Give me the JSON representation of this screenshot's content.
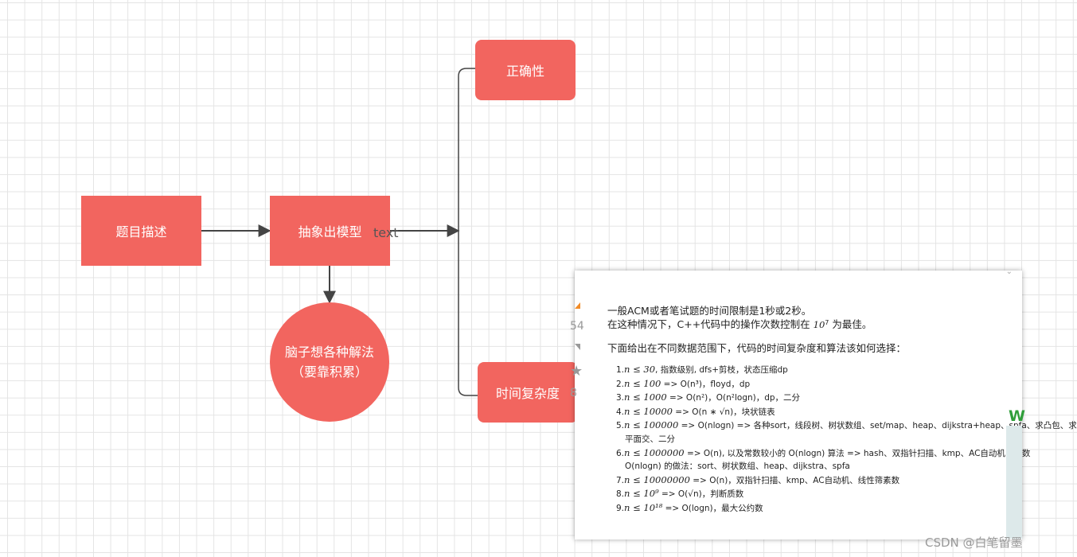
{
  "diagram": {
    "nodes": {
      "problem": "题目描述",
      "model": "抽象出模型",
      "brainstorm_line1": "脑子想各种解法",
      "brainstorm_line2": "（要靠积累）",
      "correctness": "正确性",
      "complexity": "时间复杂度"
    },
    "edge_label": "text",
    "colors": {
      "node_fill": "#f2655f",
      "edge": "#444444",
      "grid": "#e4e4e4"
    }
  },
  "popup": {
    "close_mark": "⌄",
    "upvotes": "54",
    "stars": "8",
    "line1": "一般ACM或者笔试题的时间限制是1秒或2秒。",
    "line2_pre": "在这种情况下，C++代码中的操作次数控制在 ",
    "line2_base": "10",
    "line2_exp": "7",
    "line2_post": " 为最佳。",
    "line3": "下面给出在不同数据范围下，代码的时间复杂度和算法该如何选择：",
    "items": [
      {
        "num": "1.",
        "math": "n ≤ 30",
        "text": ", 指数级别, dfs+剪枝，状态压缩dp"
      },
      {
        "num": "2.",
        "math": "n ≤ 100",
        "text": " => O(n³)，floyd，dp"
      },
      {
        "num": "3.",
        "math": "n ≤ 1000",
        "text": " => O(n²)，O(n²logn)，dp，二分"
      },
      {
        "num": "4.",
        "math": "n ≤ 10000",
        "text": " => O(n ∗ √n)，块状链表"
      },
      {
        "num": "5.",
        "math": "n ≤ 100000",
        "text": " => O(nlogn) => 各种sort，线段树、树状数组、set/map、heap、dijkstra+heap、spfa、求凸包、求"
      },
      {
        "num": "",
        "math": "",
        "text": "平面交、二分"
      },
      {
        "num": "6.",
        "math": "n ≤ 1000000",
        "text": " => O(n), 以及常数较小的 O(nlogn) 算法 => hash、双指针扫描、kmp、AC自动机，常数"
      },
      {
        "num": "",
        "math": "",
        "text": "O(nlogn) 的做法：sort、树状数组、heap、dijkstra、spfa"
      },
      {
        "num": "7.",
        "math": "n ≤ 10000000",
        "text": " => O(n)，双指针扫描、kmp、AC自动机、线性筛素数"
      },
      {
        "num": "8.",
        "math": "n ≤ 10⁹",
        "text": " => O(√n)，判断质数"
      },
      {
        "num": "9.",
        "math": "n ≤ 10¹⁸",
        "text": " => O(logn)，最大公约数"
      }
    ]
  },
  "side": {
    "green_letter": "W"
  },
  "watermark": "CSDN @白笔留墨"
}
